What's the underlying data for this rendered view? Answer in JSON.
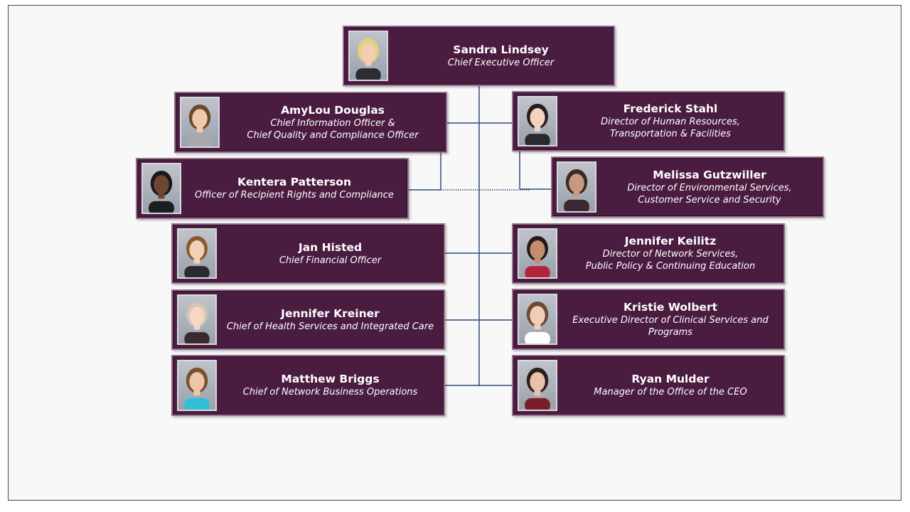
{
  "org": {
    "ceo": {
      "name": "Sandra Lindsey",
      "title_lines": [
        "Chief Executive Officer"
      ],
      "icon": "headshot-icon"
    },
    "left": [
      {
        "name": "AmyLou Douglas",
        "title_lines": [
          "Chief Information Officer &",
          "Chief Quality and Compliance Officer"
        ],
        "icon": "headshot-icon"
      },
      {
        "name": "Kentera Patterson",
        "title_lines": [
          "Officer of Recipient Rights and Compliance"
        ],
        "icon": "headshot-icon"
      },
      {
        "name": "Jan Histed",
        "title_lines": [
          "Chief Financial Officer"
        ],
        "icon": "headshot-icon"
      },
      {
        "name": "Jennifer Kreiner",
        "title_lines": [
          "Chief of Health Services and Integrated Care"
        ],
        "icon": "headshot-icon"
      },
      {
        "name": "Matthew Briggs",
        "title_lines": [
          "Chief of Network Business Operations"
        ],
        "icon": "headshot-icon"
      }
    ],
    "right": [
      {
        "name": "Frederick Stahl",
        "title_lines": [
          "Director of Human Resources,",
          "Transportation  & Facilities"
        ],
        "icon": "headshot-icon"
      },
      {
        "name": "Melissa Gutzwiller",
        "title_lines": [
          "Director of Environmental Services,",
          "Customer Service and Security"
        ],
        "icon": "headshot-icon"
      },
      {
        "name": "Jennifer Keilitz",
        "title_lines": [
          "Director of Network Services,",
          "Public Policy & Continuing Education"
        ],
        "icon": "headshot-icon"
      },
      {
        "name": "Kristie Wolbert",
        "title_lines": [
          "Executive Director of Clinical Services and",
          "Programs"
        ],
        "icon": "headshot-icon"
      },
      {
        "name": "Ryan Mulder",
        "title_lines": [
          "Manager of the Office of the CEO"
        ],
        "icon": "headshot-icon"
      }
    ]
  },
  "colors": {
    "card": "#4a1c40",
    "connector": "#2e4a7a"
  }
}
